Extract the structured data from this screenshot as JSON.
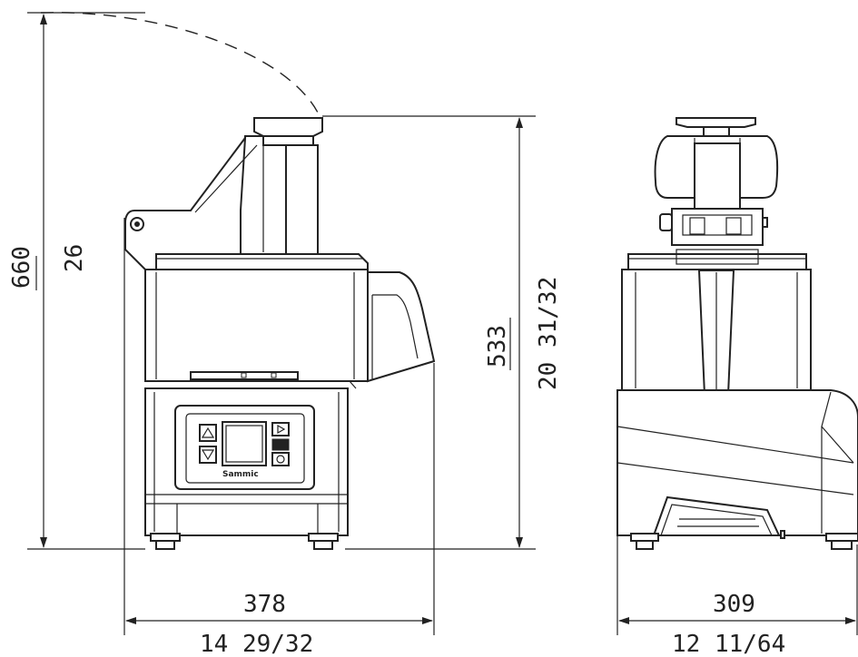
{
  "dimensions": {
    "total_height_mm": "660",
    "total_height_in": "26",
    "body_height_mm": "533",
    "body_height_in": "20 31/32",
    "depth_mm": "378",
    "depth_in": "14 29/32",
    "width_mm": "309",
    "width_in": "12 11/64"
  },
  "panel": {
    "brand": "Sammic"
  },
  "colors": {
    "line": "#222222",
    "background": "#ffffff"
  }
}
